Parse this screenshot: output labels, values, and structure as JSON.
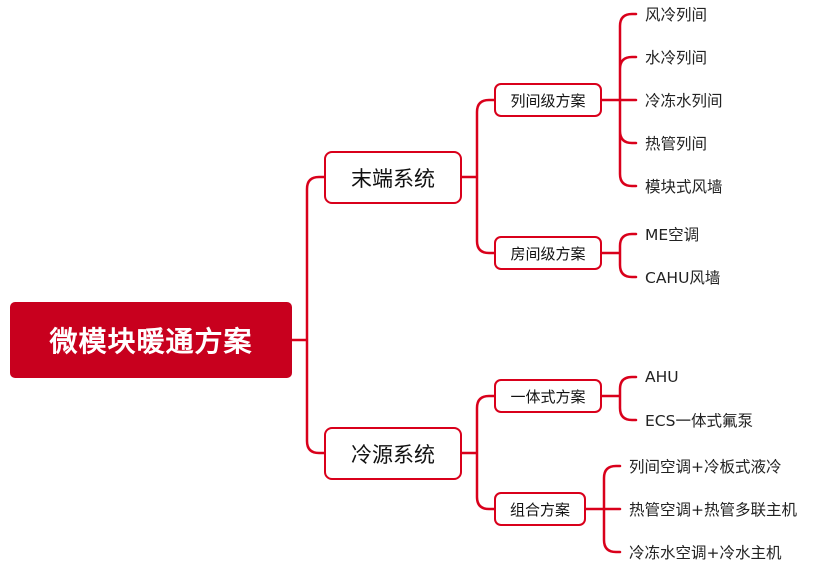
{
  "diagram": {
    "line_color": "#d9001b",
    "root": {
      "label": "微模块暖通方案"
    },
    "branches": [
      {
        "label": "末端系统",
        "groups": [
          {
            "label": "列间级方案",
            "items": [
              "风冷列间",
              "水冷列间",
              "冷冻水列间",
              "热管列间",
              "模块式风墙"
            ]
          },
          {
            "label": "房间级方案",
            "items": [
              "ME空调",
              "CAHU风墙"
            ]
          }
        ]
      },
      {
        "label": "冷源系统",
        "groups": [
          {
            "label": "一体式方案",
            "items": [
              "AHU",
              "ECS一体式氟泵"
            ]
          },
          {
            "label": "组合方案",
            "items": [
              "列间空调+冷板式液冷",
              "热管空调+热管多联主机",
              "冷冻水空调+冷水主机"
            ]
          }
        ]
      }
    ]
  }
}
